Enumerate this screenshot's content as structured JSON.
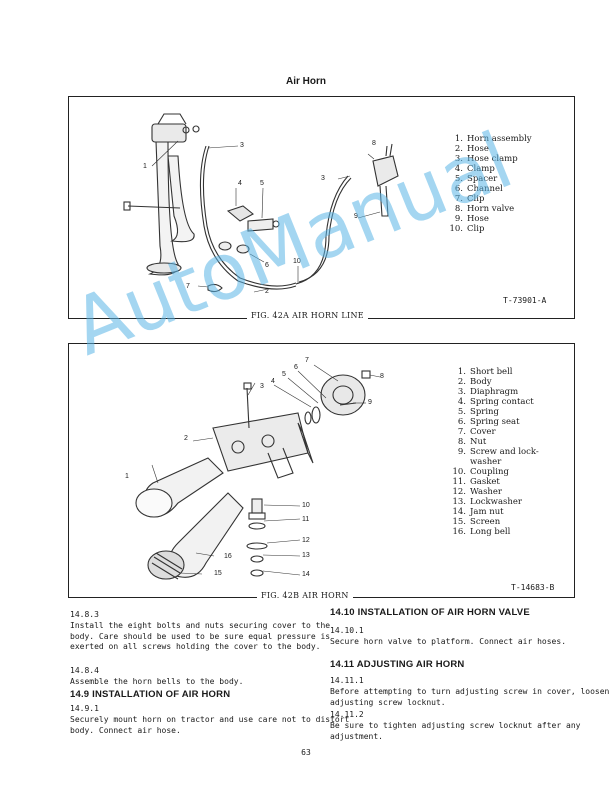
{
  "page_title": "Air Horn",
  "figure_a": {
    "caption": "FIG. 42A  AIR HORN LINE",
    "code": "T-73901-A",
    "callouts": [
      "1",
      "2",
      "3",
      "3",
      "4",
      "5",
      "6",
      "7",
      "8",
      "9",
      "10"
    ],
    "legend": [
      {
        "num": "1.",
        "label": "Horn assembly"
      },
      {
        "num": "2.",
        "label": "Hose"
      },
      {
        "num": "3.",
        "label": "Hose clamp"
      },
      {
        "num": "4.",
        "label": "Clamp"
      },
      {
        "num": "5.",
        "label": "Spacer"
      },
      {
        "num": "6.",
        "label": "Channel"
      },
      {
        "num": "7.",
        "label": "Clip"
      },
      {
        "num": "8.",
        "label": "Horn valve"
      },
      {
        "num": "9.",
        "label": "Hose"
      },
      {
        "num": "10.",
        "label": "Clip"
      }
    ]
  },
  "figure_b": {
    "caption": "FIG. 42B  AIR HORN",
    "code": "T-14683-B",
    "callouts": [
      "1",
      "2",
      "3",
      "4",
      "5",
      "6",
      "7",
      "8",
      "9",
      "10",
      "11",
      "12",
      "13",
      "14",
      "15",
      "16"
    ],
    "legend": [
      {
        "num": "1.",
        "label": "Short bell"
      },
      {
        "num": "2.",
        "label": "Body"
      },
      {
        "num": "3.",
        "label": "Diaphragm"
      },
      {
        "num": "4.",
        "label": "Spring contact"
      },
      {
        "num": "5.",
        "label": "Spring"
      },
      {
        "num": "6.",
        "label": "Spring seat"
      },
      {
        "num": "7.",
        "label": "Cover"
      },
      {
        "num": "8.",
        "label": "Nut"
      },
      {
        "num": "9.",
        "label": "Screw and lock-"
      },
      {
        "num": "",
        "label": "washer"
      },
      {
        "num": "10.",
        "label": "Coupling"
      },
      {
        "num": "11.",
        "label": "Gasket"
      },
      {
        "num": "12.",
        "label": "Washer"
      },
      {
        "num": "13.",
        "label": "Lockwasher"
      },
      {
        "num": "14.",
        "label": "Jam nut"
      },
      {
        "num": "15.",
        "label": "Screen"
      },
      {
        "num": "16.",
        "label": "Long bell"
      }
    ]
  },
  "left_column": {
    "s1_num": "14.8.3",
    "s1_text": "Install the eight bolts and nuts  securing cover to the body. Care should be used to be sure equal pressure is exerted on all screws holding the cover to the body.",
    "s2_num": "14.8.4",
    "s2_text": "Assemble the horn bells to the body.",
    "h1": "14.9 INSTALLATION OF AIR HORN",
    "s3_num": "14.9.1",
    "s3_text": "Securely mount horn on tractor and use care not to distort body. Connect air hose."
  },
  "right_column": {
    "h1": "14.10 INSTALLATION OF AIR HORN VALVE",
    "s1_num": "14.10.1",
    "s1_text": "Secure horn valve to platform. Connect air hoses.",
    "h2": "14.11 ADJUSTING AIR HORN",
    "s2_num": "14.11.1",
    "s2_text": "Before attempting to turn adjusting screw in cover, loosen adjusting screw locknut.",
    "s3_num": "14.11.2",
    "s3_text": "Be sure to tighten adjusting screw locknut after any adjustment."
  },
  "watermark": "AutoManual",
  "page_number": "63"
}
